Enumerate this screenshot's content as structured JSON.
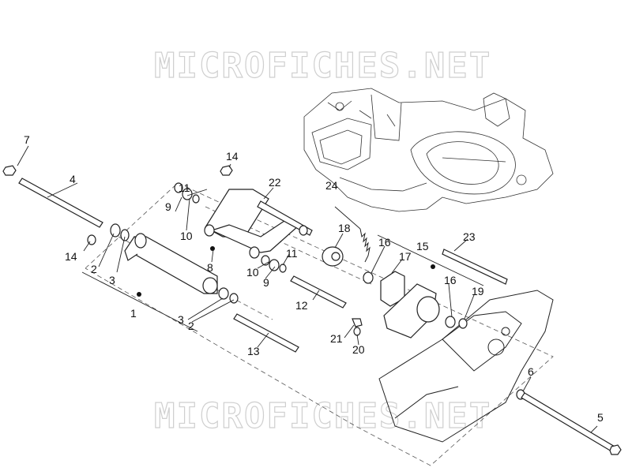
{
  "watermark": {
    "top": "MICROFICHES.NET",
    "bottom": "MICROFICHES.NET"
  },
  "callouts": {
    "c1": "1",
    "c2a": "2",
    "c2b": "2",
    "c3a": "3",
    "c3b": "3",
    "c4": "4",
    "c5": "5",
    "c6": "6",
    "c7": "7",
    "c8": "8",
    "c9a": "9",
    "c9b": "9",
    "c10a": "10",
    "c10b": "10",
    "c11a": "11",
    "c11b": "11",
    "c12": "12",
    "c13": "13",
    "c14a": "14",
    "c14b": "14",
    "c15": "15",
    "c16a": "16",
    "c16b": "16",
    "c17": "17",
    "c18": "18",
    "c19": "19",
    "c20": "20",
    "c21": "21",
    "c22": "22",
    "c23": "23",
    "c24": "24"
  }
}
